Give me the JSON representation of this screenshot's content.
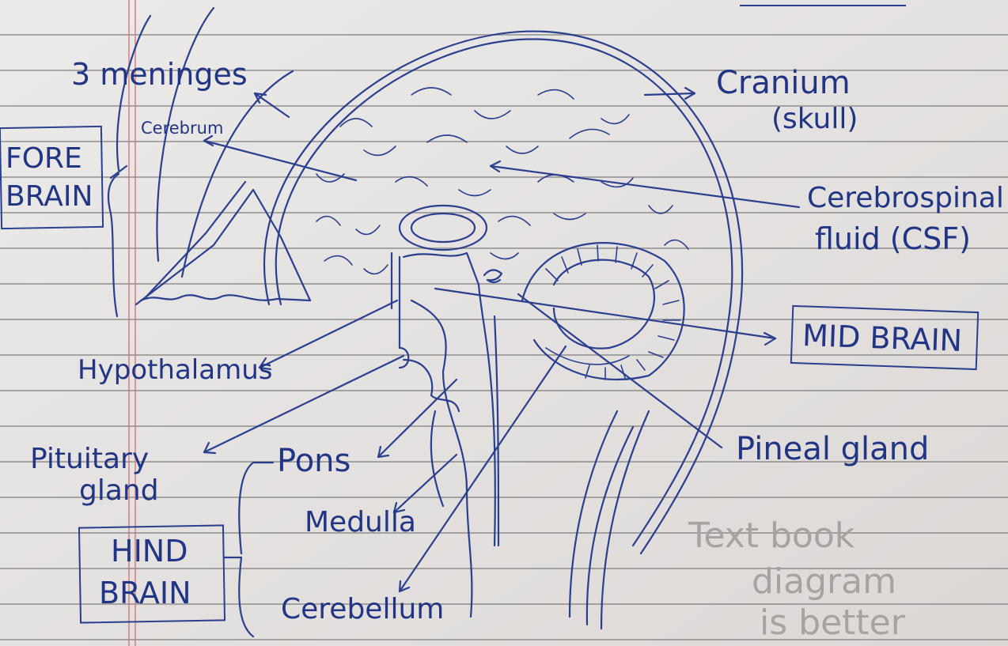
{
  "labels": {
    "meninges": "3 meninges",
    "cranium": "Cranium",
    "skull": "(skull)",
    "cerebrum": "Cerebrum",
    "cerebrospinal": "Cerebrospinal",
    "fluid_csf": "fluid (CSF)",
    "hypothalamus": "Hypothalamus",
    "pituitary": "Pituitary",
    "gland": "gland",
    "pons": "Pons",
    "medulla": "Medulla",
    "cerebellum": "Cerebellum",
    "pineal_gland": "Pineal gland"
  },
  "boxes": {
    "fore_line1": "FORE",
    "fore_line2": "BRAIN",
    "mid": "MID BRAIN",
    "hind_line1": "HIND",
    "hind_line2": "BRAIN"
  },
  "note": {
    "line1": "Text book",
    "line2": "diagram",
    "line3": "is better"
  },
  "colors": {
    "ink": "#2b3f8f",
    "pencil": "#a7a3a0",
    "paper": "#e4e1df",
    "margin": "#d27878"
  }
}
